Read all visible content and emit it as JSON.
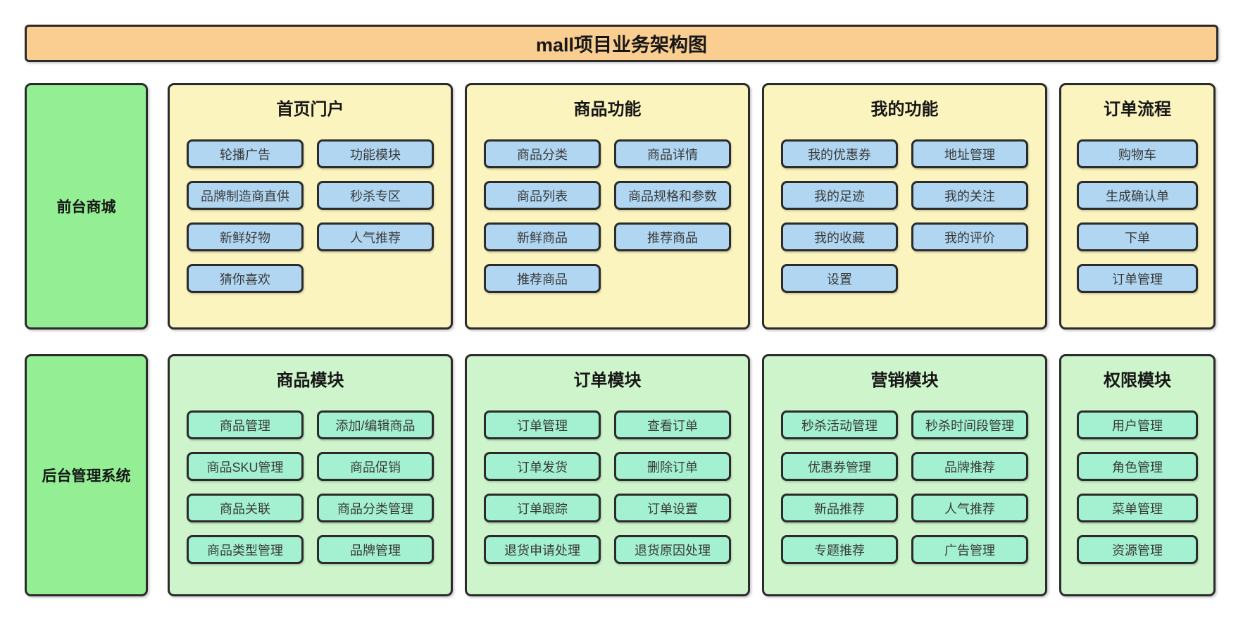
{
  "title": "mall项目业务架构图",
  "colors": {
    "header_bg": "#FACD91",
    "panel_yellow": "#FBF4BE",
    "btn_blue": "#B0D6F1",
    "label_green": "#94EE94",
    "panel_green": "#CDF4CA",
    "btn_mint": "#A3F1D0",
    "border": "#2B2B2B"
  },
  "rows": [
    {
      "label": "前台商城",
      "sections": [
        {
          "title": "首页门户",
          "col1": [
            "轮播广告",
            "品牌制造商直供",
            "新鲜好物",
            "猜你喜欢"
          ],
          "col2": [
            "功能模块",
            "秒杀专区",
            "人气推荐"
          ]
        },
        {
          "title": "商品功能",
          "col1": [
            "商品分类",
            "商品列表",
            "新鲜商品",
            "推荐商品"
          ],
          "col2": [
            "商品详情",
            "商品规格和参数",
            "推荐商品"
          ]
        },
        {
          "title": "我的功能",
          "col1": [
            "我的优惠券",
            "我的足迹",
            "我的收藏",
            "设置"
          ],
          "col2": [
            "地址管理",
            "我的关注",
            "我的评价"
          ]
        },
        {
          "title": "订单流程",
          "col1": [
            "购物车",
            "生成确认单",
            "下单",
            "订单管理"
          ],
          "col2": []
        }
      ]
    },
    {
      "label": "后台管理系统",
      "sections": [
        {
          "title": "商品模块",
          "col1": [
            "商品管理",
            "商品SKU管理",
            "商品关联",
            "商品类型管理"
          ],
          "col2": [
            "添加/编辑商品",
            "商品促销",
            "商品分类管理",
            "品牌管理"
          ]
        },
        {
          "title": "订单模块",
          "col1": [
            "订单管理",
            "订单发货",
            "订单跟踪",
            "退货申请处理"
          ],
          "col2": [
            "查看订单",
            "删除订单",
            "订单设置",
            "退货原因处理"
          ]
        },
        {
          "title": "营销模块",
          "col1": [
            "秒杀活动管理",
            "优惠券管理",
            "新品推荐",
            "专题推荐"
          ],
          "col2": [
            "秒杀时间段管理",
            "品牌推荐",
            "人气推荐",
            "广告管理"
          ]
        },
        {
          "title": "权限模块",
          "col1": [
            "用户管理",
            "角色管理",
            "菜单管理",
            "资源管理"
          ],
          "col2": []
        }
      ]
    }
  ]
}
